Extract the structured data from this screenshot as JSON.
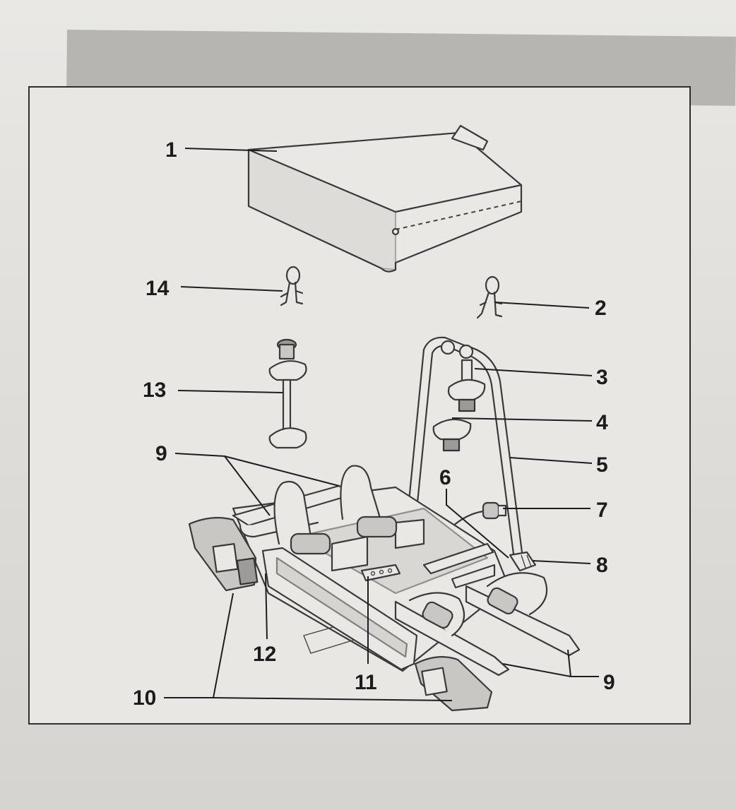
{
  "callouts": [
    {
      "label": "1",
      "part": "storage-bag"
    },
    {
      "label": "2",
      "part": "key-set-right"
    },
    {
      "label": "3",
      "part": "frame-holder-upper"
    },
    {
      "label": "4",
      "part": "frame-holder-lower"
    },
    {
      "label": "5",
      "part": "support-arch"
    },
    {
      "label": "6",
      "part": "tension-strap"
    },
    {
      "label": "7",
      "part": "electrical-plug"
    },
    {
      "label": "8",
      "part": "arch-hinge"
    },
    {
      "label": "9",
      "part": "wheel-strap"
    },
    {
      "label": "10",
      "part": "rear-light"
    },
    {
      "label": "11",
      "part": "third-bike-support"
    },
    {
      "label": "12",
      "part": "number-plate-holder"
    },
    {
      "label": "13",
      "part": "spacer-bar"
    },
    {
      "label": "14",
      "part": "key-set-left"
    }
  ]
}
